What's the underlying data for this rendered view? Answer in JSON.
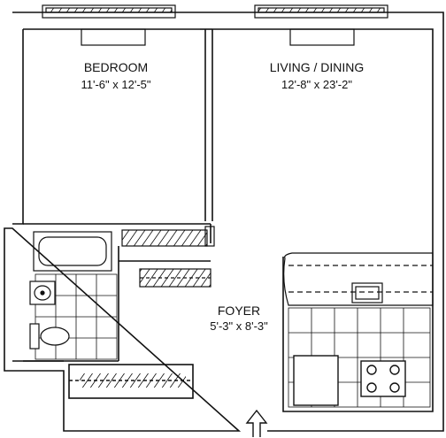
{
  "rooms": {
    "bedroom": {
      "name": "BEDROOM",
      "dimensions": "11'-6\" x 12'-5\""
    },
    "living_dining": {
      "name": "LIVING / DINING",
      "dimensions": "12'-8\" x 23'-2\""
    },
    "foyer": {
      "name": "FOYER",
      "dimensions": "5'-3\" x 8'-3\""
    }
  },
  "colors": {
    "ink": "#111111",
    "paper": "#ffffff"
  }
}
